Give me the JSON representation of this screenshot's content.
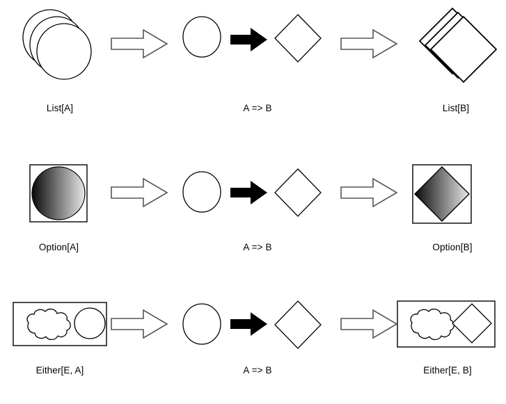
{
  "diagram": {
    "title": "Functor / Applicative mapping diagram",
    "background_color": "#ffffff",
    "stroke_color": "#000000",
    "hollow_arrow_stroke": "#555555",
    "gradient_dark": "#0a0a0a",
    "gradient_light": "#e8e8e8",
    "rows": [
      {
        "id": "list-row",
        "source": {
          "label": "List[A]",
          "icon": "stacked-circles-icon",
          "shape": "three-overlapping-circles"
        },
        "transform_arrow": {
          "icon": "hollow-block-arrow-icon",
          "direction": "right"
        },
        "function": {
          "label": "A => B",
          "from_icon": "circle-icon",
          "arrow_icon": "solid-black-arrow-icon",
          "to_icon": "diamond-icon"
        },
        "result_arrow": {
          "icon": "hollow-block-arrow-icon",
          "direction": "right"
        },
        "target": {
          "label": "List[B]",
          "icon": "stacked-diamonds-icon",
          "shape": "three-overlapping-diamonds"
        }
      },
      {
        "id": "option-row",
        "source": {
          "label": "Option[A]",
          "icon": "boxed-gradient-circle-icon",
          "shape": "square-containing-gradient-circle"
        },
        "transform_arrow": {
          "icon": "hollow-block-arrow-icon",
          "direction": "right"
        },
        "function": {
          "label": "A => B",
          "from_icon": "circle-icon",
          "arrow_icon": "solid-black-arrow-icon",
          "to_icon": "diamond-icon"
        },
        "result_arrow": {
          "icon": "hollow-block-arrow-icon",
          "direction": "right"
        },
        "target": {
          "label": "Option[B]",
          "icon": "boxed-gradient-diamond-icon",
          "shape": "square-containing-gradient-diamond"
        }
      },
      {
        "id": "either-row",
        "source": {
          "label": "Either[E, A]",
          "icon": "boxed-cloud-and-circle-icon",
          "shape": "rectangle-containing-cloud-and-circle"
        },
        "transform_arrow": {
          "icon": "hollow-block-arrow-icon",
          "direction": "right"
        },
        "function": {
          "label": "A => B",
          "from_icon": "circle-icon",
          "arrow_icon": "solid-black-arrow-icon",
          "to_icon": "diamond-icon"
        },
        "result_arrow": {
          "icon": "hollow-block-arrow-icon",
          "direction": "right"
        },
        "target": {
          "label": "Either[E, B]",
          "icon": "boxed-cloud-and-diamond-icon",
          "shape": "rectangle-containing-cloud-and-diamond"
        }
      }
    ]
  }
}
